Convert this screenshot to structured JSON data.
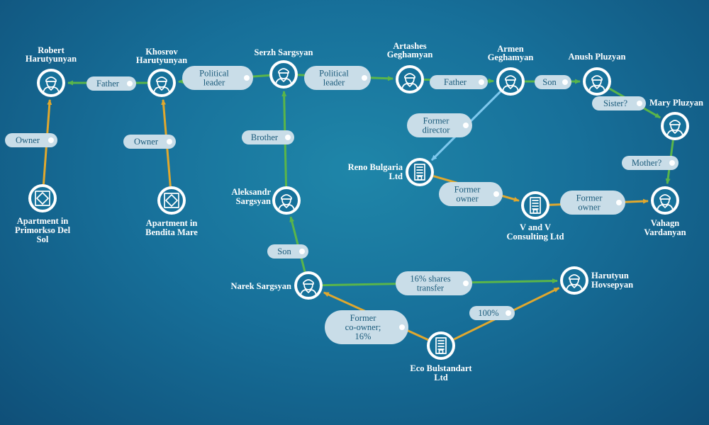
{
  "colors": {
    "family": "#5ab54a",
    "ownership": "#e0a82e",
    "director": "#7ec8ee"
  },
  "nodes": {
    "robert": {
      "kind": "person",
      "name": [
        "Robert",
        "Harutyunyan"
      ]
    },
    "khosrov": {
      "kind": "person",
      "name": [
        "Khosrov",
        "Harutyunyan"
      ]
    },
    "serzh": {
      "kind": "person",
      "name": [
        "Serzh Sargsyan"
      ]
    },
    "artashes": {
      "kind": "person",
      "name": [
        "Artashes",
        "Geghamyan"
      ]
    },
    "armen": {
      "kind": "person",
      "name": [
        "Armen",
        "Geghamyan"
      ]
    },
    "anush": {
      "kind": "person",
      "name": [
        "Anush Pluzyan"
      ]
    },
    "mary": {
      "kind": "person",
      "name": [
        "Mary Pluzyan"
      ]
    },
    "vahagn": {
      "kind": "person",
      "name": [
        "Vahagn",
        "Vardanyan"
      ]
    },
    "reno": {
      "kind": "company",
      "name": [
        "Reno Bulgaria",
        "Ltd"
      ]
    },
    "vandv": {
      "kind": "company",
      "name": [
        "V and V",
        "Consulting Ltd"
      ]
    },
    "apt1": {
      "kind": "apartment",
      "name": [
        "Apartment in",
        "Primorkso Del",
        "Sol"
      ]
    },
    "apt2": {
      "kind": "apartment",
      "name": [
        "Apartment in",
        "Bendita Mare"
      ]
    },
    "aleksandr": {
      "kind": "person",
      "name": [
        "Aleksandr",
        "Sargsyan"
      ]
    },
    "narek": {
      "kind": "person",
      "name": [
        "Narek Sargsyan"
      ]
    },
    "harutyun": {
      "kind": "person",
      "name": [
        "Harutyun",
        "Hovsepyan"
      ]
    },
    "eco": {
      "kind": "company",
      "name": [
        "Eco Bulstandart",
        "Ltd"
      ]
    }
  },
  "edges": [
    {
      "from": "khosrov",
      "to": "robert",
      "type": "family",
      "label": [
        "Father"
      ]
    },
    {
      "from": "serzh",
      "to": "khosrov",
      "type": "family",
      "label": [
        "Political",
        "leader"
      ]
    },
    {
      "from": "serzh",
      "to": "artashes",
      "type": "family",
      "label": [
        "Political",
        "leader"
      ]
    },
    {
      "from": "artashes",
      "to": "armen",
      "type": "family",
      "label": [
        "Father"
      ]
    },
    {
      "from": "armen",
      "to": "anush",
      "type": "family",
      "label": [
        "Son"
      ]
    },
    {
      "from": "anush",
      "to": "mary",
      "type": "family",
      "label": [
        "Sister?"
      ]
    },
    {
      "from": "mary",
      "to": "vahagn",
      "type": "family",
      "label": [
        "Mother?"
      ]
    },
    {
      "from": "armen",
      "to": "reno",
      "type": "director",
      "label": [
        "Former",
        "director"
      ]
    },
    {
      "from": "reno",
      "to": "vandv",
      "type": "ownership",
      "label": [
        "Former",
        "owner"
      ]
    },
    {
      "from": "vandv",
      "to": "vahagn",
      "type": "ownership",
      "label": [
        "Former",
        "owner"
      ]
    },
    {
      "from": "apt1",
      "to": "robert",
      "type": "ownership",
      "label": [
        "Owner"
      ]
    },
    {
      "from": "apt2",
      "to": "khosrov",
      "type": "ownership",
      "label": [
        "Owner"
      ]
    },
    {
      "from": "aleksandr",
      "to": "serzh",
      "type": "family",
      "label": [
        "Brother"
      ]
    },
    {
      "from": "narek",
      "to": "aleksandr",
      "type": "family",
      "label": [
        "Son"
      ]
    },
    {
      "from": "narek",
      "to": "harutyun",
      "type": "family",
      "label": [
        "16% shares",
        "transfer"
      ]
    },
    {
      "from": "eco",
      "to": "narek",
      "type": "ownership",
      "label": [
        "Former",
        "co-owner;",
        "16%"
      ]
    },
    {
      "from": "eco",
      "to": "harutyun",
      "type": "ownership",
      "label": [
        "100%"
      ]
    }
  ]
}
